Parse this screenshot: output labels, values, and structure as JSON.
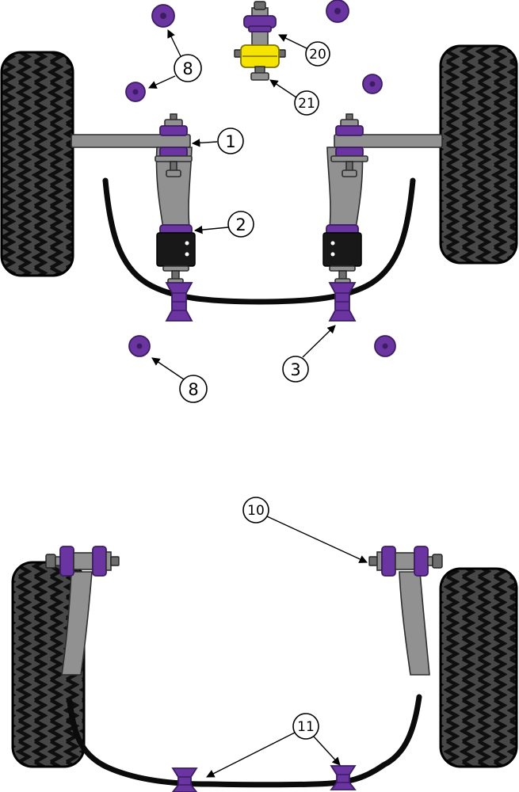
{
  "diagram": {
    "title": "Front and rear suspension bushing fitment diagram",
    "callouts": [
      {
        "label": "8",
        "points_to": "front-top-mount-bushings-upper-pair"
      },
      {
        "label": "20",
        "points_to": "engine-mount-upper-purple-bushing"
      },
      {
        "label": "21",
        "points_to": "engine-mount-lower-yellow-bushing"
      },
      {
        "label": "1",
        "points_to": "front-arm-front-inner-bushing"
      },
      {
        "label": "2",
        "points_to": "front-arm-rear-lower-bushing"
      },
      {
        "label": "3",
        "points_to": "front-anti-roll-bar-bushing"
      },
      {
        "label": "8",
        "points_to": "front-top-mount-bushings-lower-pair"
      },
      {
        "label": "10",
        "points_to": "rear-trailing-arm-front-bushing"
      },
      {
        "label": "11",
        "points_to": "rear-anti-roll-bar-bushings"
      }
    ],
    "parts": {
      "front": [
        "tire-left",
        "tire-right",
        "lower-arm-left",
        "lower-arm-right",
        "inner-arm-bushing-stacks",
        "lower-arm-rear-bushings",
        "engine-mount-bracket",
        "engine-mount-upper-bushing",
        "engine-mount-lower-bushing",
        "top-mount-bushing-discs",
        "anti-roll-bar",
        "anti-roll-bar-clamp-bushings"
      ],
      "rear": [
        "tire-left",
        "tire-right",
        "trailing-arm-left",
        "trailing-arm-right",
        "trailing-arm-bushing-assemblies",
        "anti-roll-bar",
        "anti-roll-bar-clamp-bushings"
      ]
    },
    "colors": {
      "bushing-purple": "#6a35a0",
      "bushing-purple-dark": "#3c1d63",
      "bushing-yellow": "#f5e300",
      "metal-gray": "#919191",
      "metal-gray-dark": "#2e2e2e",
      "line-black": "#0b0b0b"
    }
  }
}
